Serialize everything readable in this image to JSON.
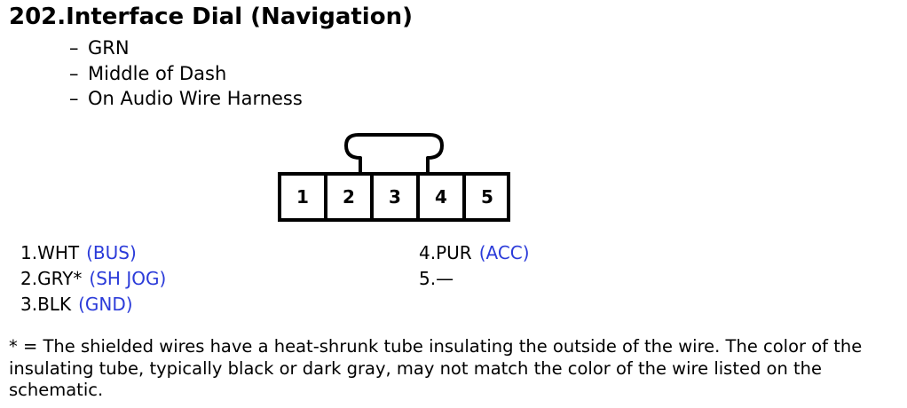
{
  "title": "202.Interface Dial (Navigation)",
  "details": [
    {
      "dash": "–",
      "text": "GRN"
    },
    {
      "dash": "–",
      "text": "Middle of Dash"
    },
    {
      "dash": "–",
      "text": "On Audio Wire Harness"
    }
  ],
  "connector": {
    "pins": [
      "1",
      "2",
      "3",
      "4",
      "5"
    ]
  },
  "pins_left": [
    {
      "label": "1.WHT",
      "function": "(BUS)"
    },
    {
      "label": "2.GRY*",
      "function": "(SH JOG)"
    },
    {
      "label": "3.BLK",
      "function": "(GND)"
    }
  ],
  "pins_right": [
    {
      "label": "4.PUR",
      "function": "(ACC)"
    },
    {
      "label": "5.—",
      "function": ""
    }
  ],
  "note": "* = The shielded wires have a heat-shrunk tube insulating the outside of the wire. The color of the insulating tube, typically black or dark gray, may not match the color of the wire listed on the schematic.",
  "colors": {
    "function_text": "#2b3bd9",
    "text": "#000000"
  }
}
